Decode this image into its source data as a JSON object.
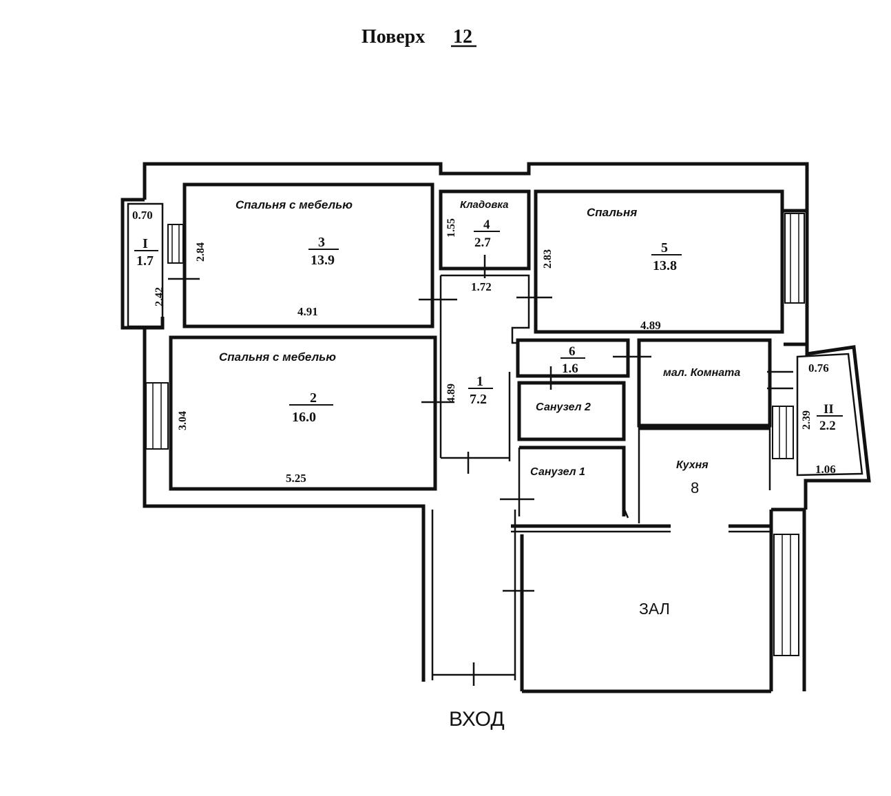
{
  "header": {
    "floor_label": "Поверх",
    "floor_number": "12"
  },
  "rooms": {
    "balcony_1": {
      "number": "I",
      "area": "1.7",
      "dim_top": "0.70",
      "dim_side": "2.42"
    },
    "bedroom_3": {
      "name": "Спальня с мебелью",
      "number": "3",
      "area": "13.9",
      "dim_side": "2.84",
      "dim_bottom": "4.91"
    },
    "storage_4": {
      "name": "Кладовка",
      "number": "4",
      "area": "2.7",
      "dim_side": "1.55",
      "dim_bottom": "1.72"
    },
    "bedroom_5": {
      "name": "Спальня",
      "number": "5",
      "area": "13.8",
      "dim_side": "2.83",
      "dim_bottom": "4.89"
    },
    "bedroom_2": {
      "name": "Спальня с мебелью",
      "number": "2",
      "area": "16.0",
      "dim_side": "3.04",
      "dim_bottom": "5.25"
    },
    "hall_1": {
      "number": "1",
      "area": "7.2",
      "dim_side": "4.89"
    },
    "room_6": {
      "number": "6",
      "area": "1.6"
    },
    "small_room": {
      "name": "мал. Комната"
    },
    "bathroom_2": {
      "name": "Санузел 2"
    },
    "bathroom_1": {
      "name": "Санузел 1"
    },
    "kitchen": {
      "name": "Кухня",
      "number": "8"
    },
    "balcony_2": {
      "number": "II",
      "area": "2.2",
      "dim_top": "0.76",
      "dim_side": "2.39",
      "dim_bottom": "1.06"
    },
    "living": {
      "name": "ЗАЛ"
    }
  },
  "entrance": {
    "label": "ВХОД"
  }
}
